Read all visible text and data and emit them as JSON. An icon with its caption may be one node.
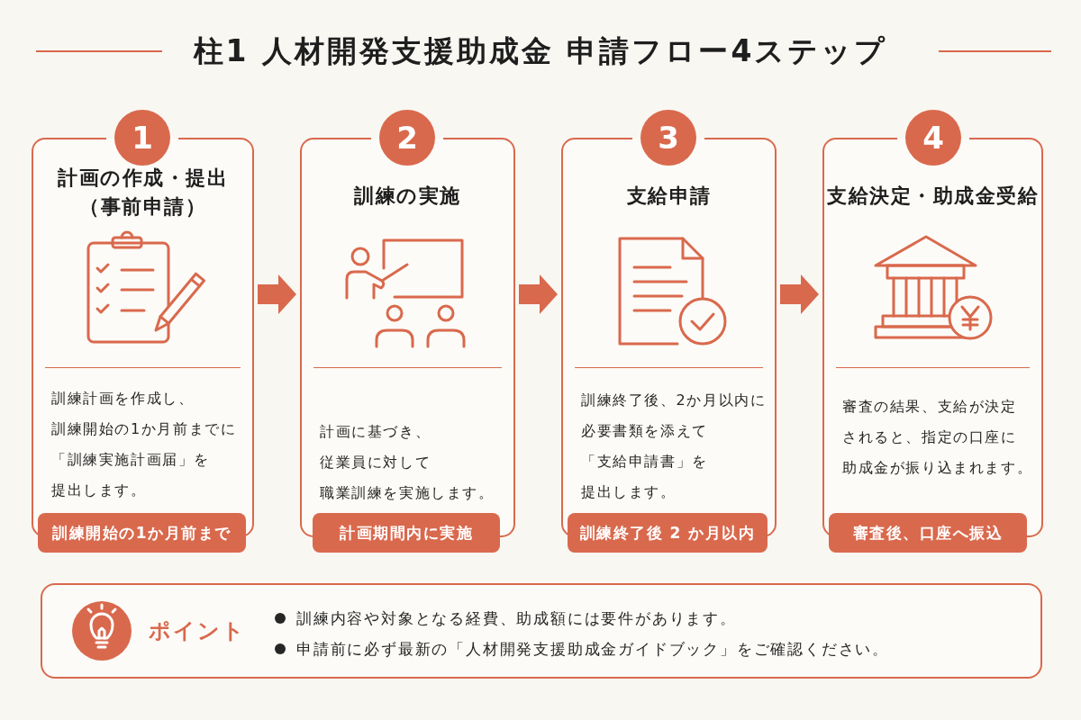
{
  "diagram": {
    "title": "柱1 人材開発支援助成金 申請フロー4ステップ",
    "nodes": [
      {
        "text": [
          "1"
        ]
      },
      {
        "text": [
          "計画の作成・提出（事前申請）",
          "訓練計画を作成し、訓練開始の1か月前までに「訓練実施計画届」を提出します。"
        ]
      },
      {
        "text": [
          "訓練開始の1か月前まで"
        ]
      },
      {
        "text": [
          "2"
        ]
      },
      {
        "text": [
          "訓練の実施",
          "計画に基づき、従業員に対して職業訓練を実施します。"
        ]
      },
      {
        "text": [
          "計画期間内に実施"
        ]
      },
      {
        "text": [
          "3"
        ]
      },
      {
        "text": [
          "支給申請",
          "訓練終了後、2か月以内に必要書類を添えて「支給申請書」を提出します。"
        ]
      },
      {
        "text": [
          "訓練終了後 2 か月以内"
        ]
      },
      {
        "text": [
          "4"
        ]
      },
      {
        "text": [
          "支給決定・助成金受給",
          "審査の結果、支給が決定されると、指定の口座に助成金が振り込まれます。"
        ]
      },
      {
        "text": [
          "審査後、口座へ振込"
        ]
      },
      {
        "text": [
          "ポイント",
          "訓練内容や対象となる経費、助成額には要件があります。",
          "申請前に必ず最新の「人材開発支援助成金ガイドブック」をご確認ください。"
        ]
      }
    ],
    "edges": [
      {
        "from": 1,
        "to": 4,
        "arrow": "to"
      },
      {
        "from": 4,
        "to": 7,
        "arrow": "to"
      },
      {
        "from": 7,
        "to": 10,
        "arrow": "to"
      }
    ]
  }
}
